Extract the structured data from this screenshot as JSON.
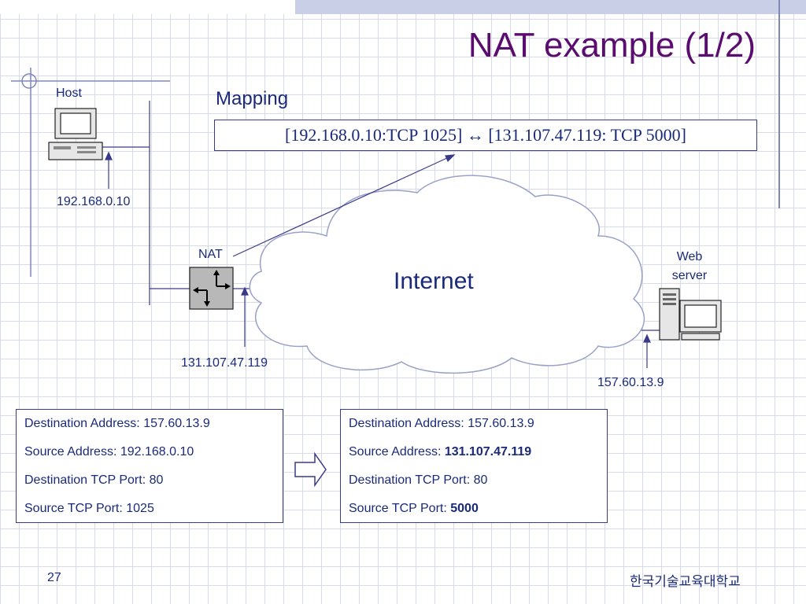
{
  "slide": {
    "title": "NAT example (1/2)",
    "page_number": "27",
    "footer": "한국기술교육대학교"
  },
  "diagram": {
    "mapping_heading": "Mapping",
    "mapping_entry": "[192.168.0.10:TCP 1025] ↔ [131.107.47.119: TCP 5000]",
    "host_label": "Host",
    "host_ip": "192.168.0.10",
    "nat_label": "NAT",
    "nat_ip": "131.107.47.119",
    "internet_label": "Internet",
    "web_server_label_line1": "Web",
    "web_server_label_line2": "server",
    "web_server_ip": "157.60.13.9"
  },
  "packet_before": {
    "rows": [
      {
        "label": "Destination Address: ",
        "value": "157.60.13.9"
      },
      {
        "label": "Source Address: ",
        "value": "192.168.0.10"
      },
      {
        "label": "Destination TCP Port: ",
        "value": "80"
      },
      {
        "label": "Source TCP Port: ",
        "value": "1025"
      }
    ]
  },
  "packet_after": {
    "rows": [
      {
        "label": "Destination Address: ",
        "value": "157.60.13.9",
        "bold": false
      },
      {
        "label": "Source Address: ",
        "value": "131.107.47.119",
        "bold": true
      },
      {
        "label": "Destination TCP Port: ",
        "value": "80",
        "bold": false
      },
      {
        "label": "Source TCP Port: ",
        "value": "5000",
        "bold": true
      }
    ]
  },
  "colors": {
    "title": "#5a0d6e",
    "text": "#1a2a7a",
    "lines": "#3a3a8a"
  }
}
